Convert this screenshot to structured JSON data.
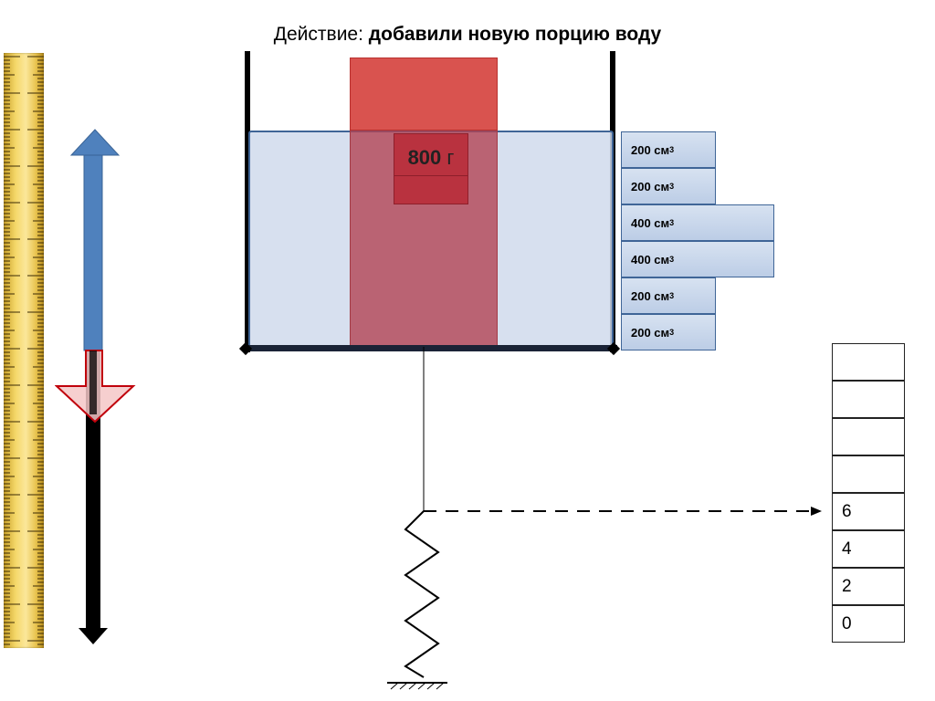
{
  "title": {
    "prefix": "Действие:",
    "action": "добавили новую порцию  воду"
  },
  "weight": {
    "value": "800",
    "unit": "г"
  },
  "portions": [
    {
      "value": "200 см",
      "sup": "3"
    },
    {
      "value": "200 см",
      "sup": "3"
    },
    {
      "value": "400 см",
      "sup": "3"
    },
    {
      "value": "400 см",
      "sup": "3"
    },
    {
      "value": "200 см",
      "sup": "3"
    },
    {
      "value": "200 см",
      "sup": "3"
    }
  ],
  "scale": {
    "cells": [
      "",
      "",
      "",
      "",
      "6",
      "4",
      "2",
      "0"
    ],
    "pointer_value": "6"
  },
  "colors": {
    "water": "#d0dbec",
    "water_border": "#3f6597",
    "block": "#d9534f",
    "weight": "#b9323f",
    "arrow_up": "#4f81bd",
    "arrow_down": "#f4c7c7",
    "arrow_down_border": "#c0000b",
    "ruler": "#f5d86a"
  },
  "icons": [
    "ruler-icon",
    "up-arrow-icon",
    "down-arrow-icon",
    "spring-icon",
    "dashed-arrow-icon"
  ]
}
